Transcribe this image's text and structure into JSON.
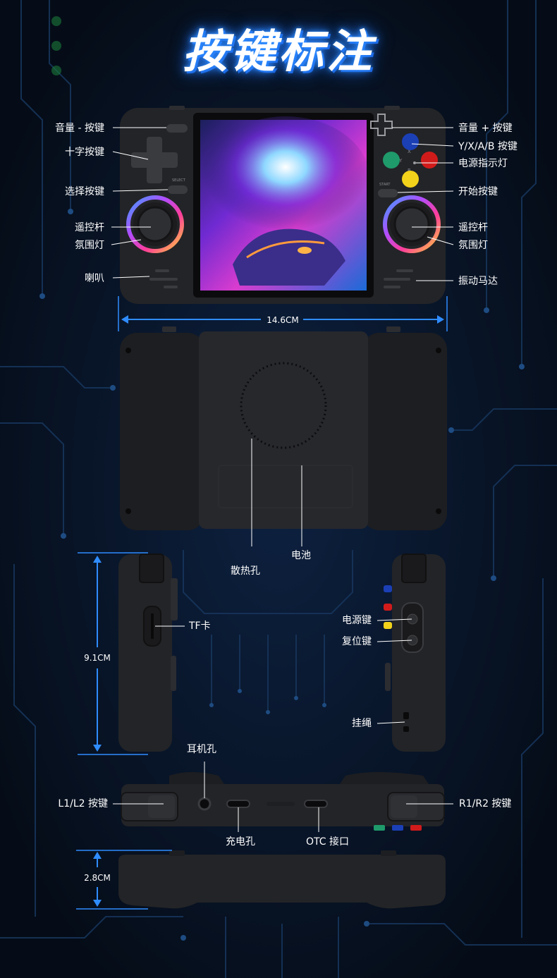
{
  "title": "按键标注",
  "front_labels": {
    "volume_down": "音量 - 按键",
    "dpad": "十字按键",
    "select": "选择按键",
    "joystick_left": "遥控杆",
    "ambient_light_left": "氛围灯",
    "speaker": "喇叭",
    "volume_up": "音量 + 按键",
    "yxab": "Y/X/A/B 按键",
    "power_indicator": "电源指示灯",
    "start": "开始按键",
    "joystick_right": "遥控杆",
    "ambient_light_right": "氛围灯",
    "vibration_motor": "振动马达"
  },
  "device_silk": {
    "select": "SELECT",
    "start": "START",
    "x": "X",
    "y": "Y",
    "a": "A",
    "b": "B"
  },
  "width_dim": "14.6CM",
  "back_labels": {
    "vent": "散热孔",
    "battery": "电池"
  },
  "side_labels": {
    "tf_card": "TF卡",
    "power_key": "电源键",
    "reset_key": "复位键",
    "lanyard": "挂绳"
  },
  "height_dim": "9.1CM",
  "top_labels": {
    "headphone": "耳机孔",
    "l1l2": "L1/L2 按键",
    "r1r2": "R1/R2 按键",
    "charging": "充电孔",
    "otc": "OTC 接口"
  },
  "depth_dim": "2.8CM",
  "colors": {
    "accent": "#2f8cff",
    "device_body": "#222326",
    "button_y": "#1b3fb5",
    "button_x": "#1f9a6a",
    "button_a": "#d11b1b",
    "button_b": "#f2d21a"
  }
}
